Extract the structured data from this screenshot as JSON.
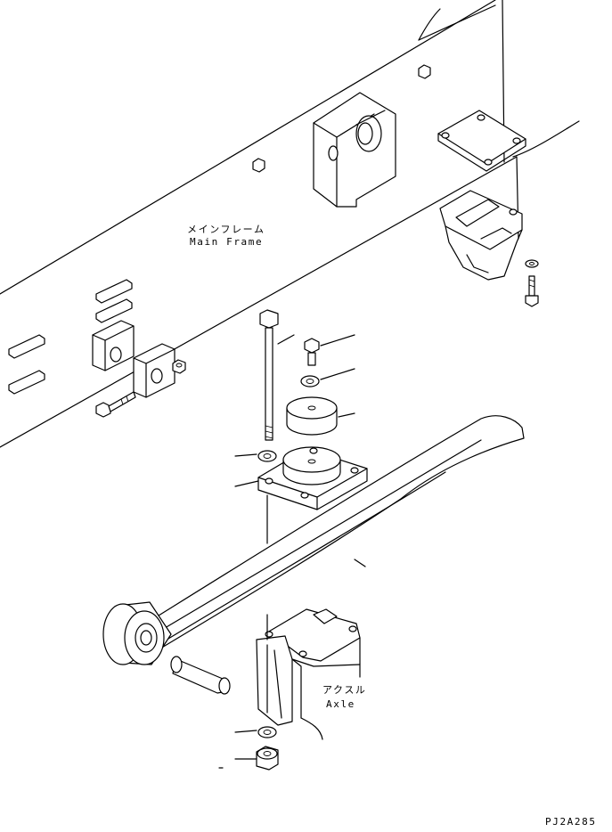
{
  "labels": {
    "main_frame_jp": "メインフレーム",
    "main_frame_en": "Main Frame",
    "axle_jp": "アクスル",
    "axle_en": "Axle",
    "drawing_code": "PJ2A285"
  }
}
